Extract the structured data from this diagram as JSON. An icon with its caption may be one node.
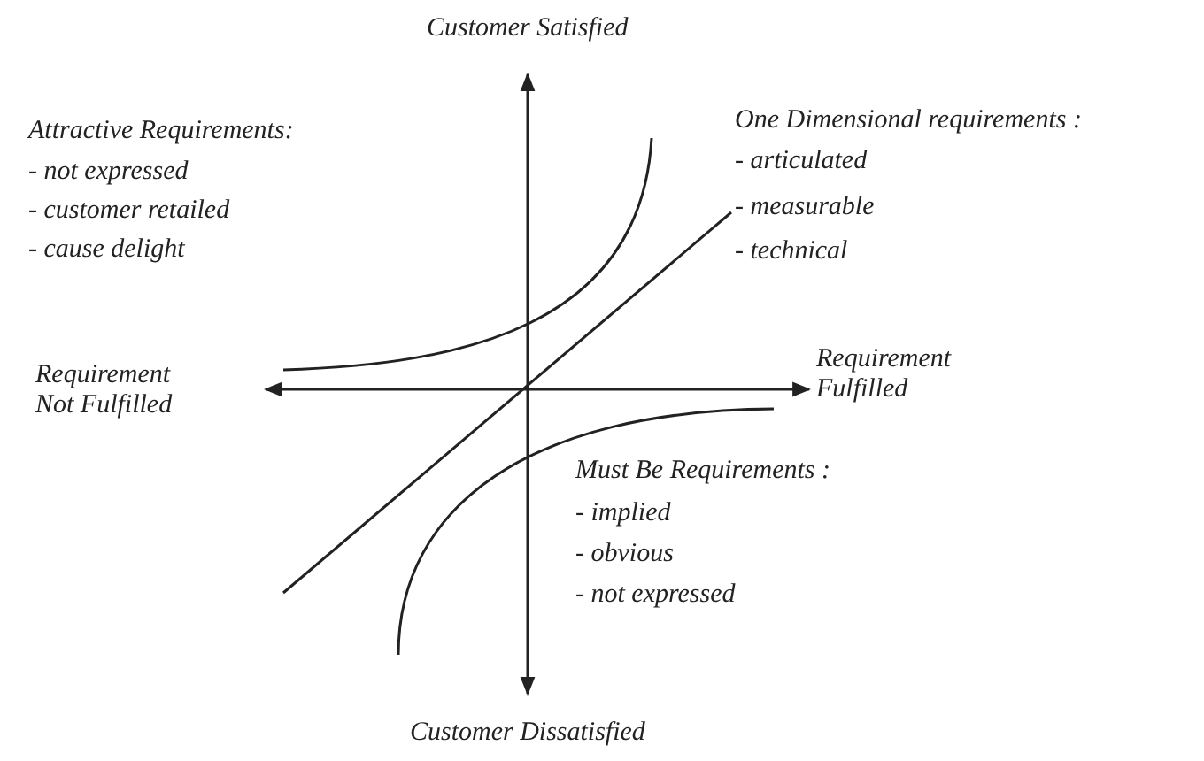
{
  "diagram": {
    "labels": [
      "Customer Satisfied",
      "Attractive Requirements:",
      "- not expressed",
      "- customer retailed",
      "- cause delight",
      "One Dimensional requirements :",
      "- articulated",
      "- measurable",
      "- technical",
      "Requirement Not Fulfilled",
      "Requirement Fulfilled",
      "Must Be Requirements :",
      "- implied",
      "- obvious",
      "- not expressed",
      "Customer Dissatisfied"
    ]
  }
}
